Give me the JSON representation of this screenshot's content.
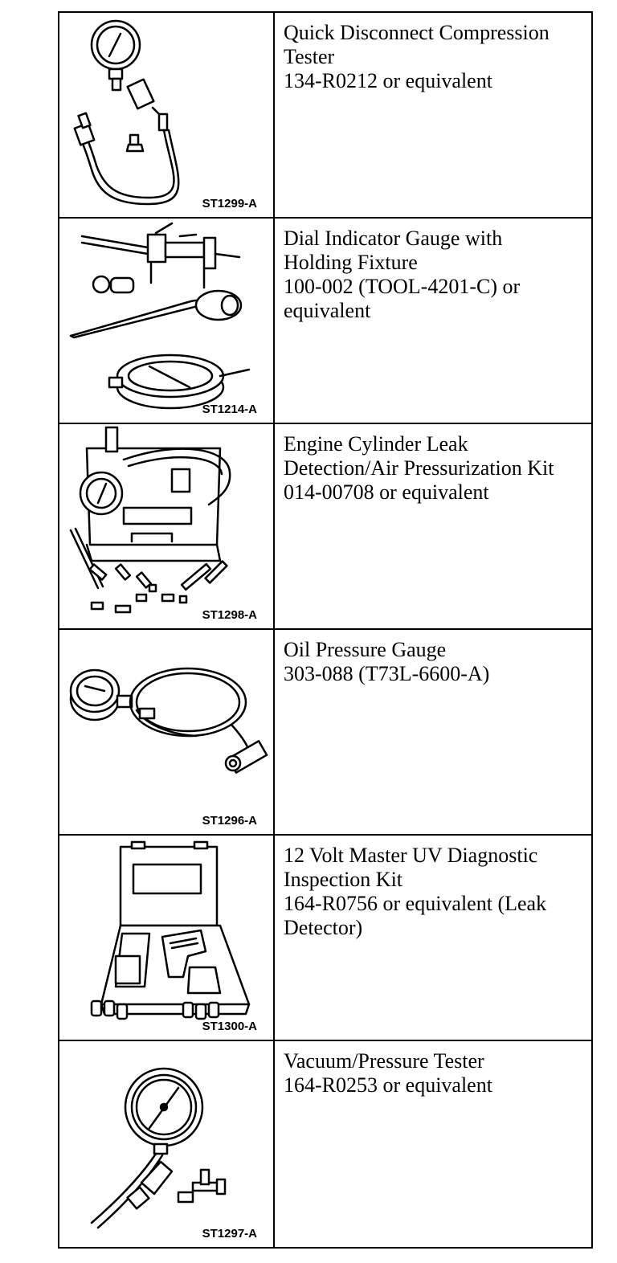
{
  "tools": [
    {
      "lines": [
        "Quick Disconnect Compression",
        "Tester",
        "134-R0212 or equivalent"
      ],
      "code": "ST1299-A",
      "illustration": "compression-tester-icon"
    },
    {
      "lines": [
        "Dial Indicator Gauge with",
        "Holding Fixture",
        "100-002 (TOOL-4201-C) or",
        "equivalent"
      ],
      "code": "ST1214-A",
      "illustration": "dial-indicator-icon"
    },
    {
      "lines": [
        "Engine Cylinder Leak",
        "Detection/Air Pressurization Kit",
        "014-00708 or equivalent"
      ],
      "code": "ST1298-A",
      "illustration": "leak-detection-kit-icon"
    },
    {
      "lines": [
        "Oil Pressure Gauge",
        "303-088 (T73L-6600-A)"
      ],
      "code": "ST1296-A",
      "illustration": "oil-pressure-gauge-icon"
    },
    {
      "lines": [
        "12 Volt Master UV Diagnostic",
        "Inspection Kit",
        "164-R0756 or equivalent (Leak",
        "Detector)"
      ],
      "code": "ST1300-A",
      "illustration": "uv-inspection-kit-icon"
    },
    {
      "lines": [
        "Vacuum/Pressure Tester",
        "164-R0253 or equivalent"
      ],
      "code": "ST1297-A",
      "illustration": "vacuum-tester-icon"
    }
  ]
}
